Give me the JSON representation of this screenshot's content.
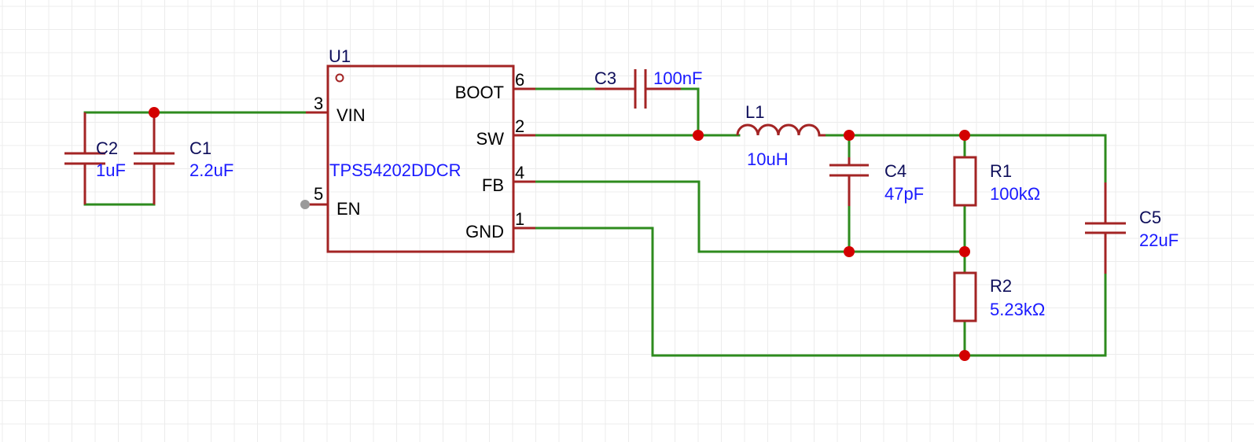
{
  "ic": {
    "designator": "U1",
    "part": "TPS54202DDCR",
    "pins": {
      "boot": {
        "number": "6",
        "name": "BOOT"
      },
      "sw": {
        "number": "2",
        "name": "SW"
      },
      "fb": {
        "number": "4",
        "name": "FB"
      },
      "gnd": {
        "number": "1",
        "name": "GND"
      },
      "vin": {
        "number": "3",
        "name": "VIN"
      },
      "en": {
        "number": "5",
        "name": "EN"
      }
    }
  },
  "components": {
    "c1": {
      "designator": "C1",
      "value": "2.2uF"
    },
    "c2": {
      "designator": "C2",
      "value": "1uF"
    },
    "c3": {
      "designator": "C3",
      "value": "100nF"
    },
    "c4": {
      "designator": "C4",
      "value": "47pF"
    },
    "c5": {
      "designator": "C5",
      "value": "22uF"
    },
    "l1": {
      "designator": "L1",
      "value": "10uH"
    },
    "r1": {
      "designator": "R1",
      "value": "100kΩ"
    },
    "r2": {
      "designator": "R2",
      "value": "5.23kΩ"
    }
  },
  "colors": {
    "wire": "#2e8b1e",
    "component": "#a32424",
    "junction": "#d30000",
    "value_text": "#1a1aff",
    "designator_text": "#0e0e5a",
    "grid": "#ececec"
  }
}
